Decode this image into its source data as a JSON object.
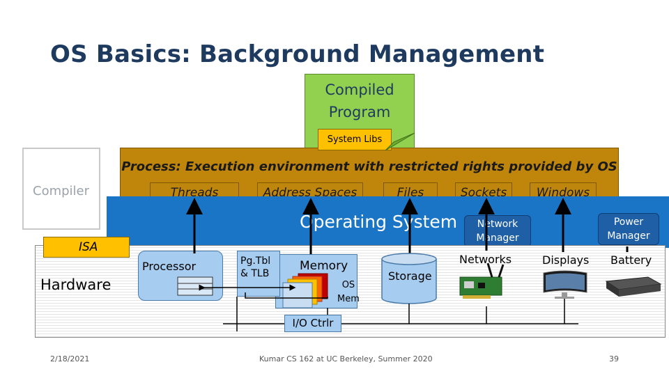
{
  "slide": {
    "title": "OS Basics: Background Management",
    "program_label_line1": "Compiled",
    "program_label_line2": "Program",
    "system_libs": "System Libs",
    "compiler": "Compiler",
    "process_label": "Process: Execution environment with restricted rights provided by OS",
    "abstractions": [
      "Threads",
      "Address Spaces",
      "Files",
      "Sockets",
      "Windows"
    ],
    "os_label": "Operating System",
    "network_manager_line1": "Network",
    "network_manager_line2": "Manager",
    "power_manager_line1": "Power",
    "power_manager_line2": "Manager",
    "isa": "ISA",
    "hardware": "Hardware",
    "processor": "Processor",
    "pgtbl_line1": "Pg.Tbl",
    "pgtbl_line2": "& TLB",
    "memory": "Memory",
    "os_mem_line1": "OS",
    "os_mem_line2": "Mem",
    "storage": "Storage",
    "networks": "Networks",
    "displays": "Displays",
    "battery": "Battery",
    "io_ctrl": "I/O Ctrlr"
  },
  "footer": {
    "date": "2/18/2021",
    "course": "Kumar CS 162 at UC Berkeley, Summer 2020",
    "page": "39"
  },
  "colors": {
    "title": "#1f3a5f",
    "program": "#92d050",
    "libs": "#ffc000",
    "process": "#c0860c",
    "os": "#1b75c7",
    "hardware_block": "#a6ccf0"
  }
}
